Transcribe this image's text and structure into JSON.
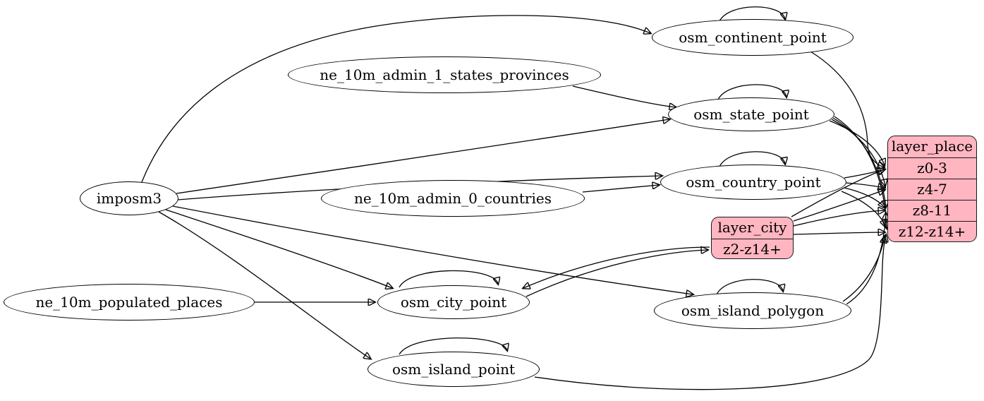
{
  "diagram": {
    "kind": "etl-graph",
    "colors": {
      "background": "#ffffff",
      "table_fill": "#ffffff",
      "layer_fill": "#ffb6c1",
      "stroke": "#000000"
    },
    "nodes": {
      "imposm3": {
        "label": "imposm3",
        "shape": "ellipse"
      },
      "ne_10m_admin_1_states_provinces": {
        "label": "ne_10m_admin_1_states_provinces",
        "shape": "ellipse"
      },
      "ne_10m_admin_0_countries": {
        "label": "ne_10m_admin_0_countries",
        "shape": "ellipse"
      },
      "ne_10m_populated_places": {
        "label": "ne_10m_populated_places",
        "shape": "ellipse"
      },
      "osm_continent_point": {
        "label": "osm_continent_point",
        "shape": "ellipse"
      },
      "osm_state_point": {
        "label": "osm_state_point",
        "shape": "ellipse"
      },
      "osm_country_point": {
        "label": "osm_country_point",
        "shape": "ellipse"
      },
      "osm_city_point": {
        "label": "osm_city_point",
        "shape": "ellipse"
      },
      "osm_island_polygon": {
        "label": "osm_island_polygon",
        "shape": "ellipse"
      },
      "osm_island_point": {
        "label": "osm_island_point",
        "shape": "ellipse"
      },
      "layer_city": {
        "label": "layer_city",
        "shape": "record",
        "rows": [
          "z2-z14+"
        ]
      },
      "layer_place": {
        "label": "layer_place",
        "shape": "record",
        "rows": [
          "z0-3",
          "z4-7",
          "z8-11",
          "z12-z14+"
        ]
      }
    },
    "edges": [
      {
        "from": "imposm3",
        "to": "osm_continent_point"
      },
      {
        "from": "imposm3",
        "to": "osm_state_point"
      },
      {
        "from": "imposm3",
        "to": "osm_country_point"
      },
      {
        "from": "imposm3",
        "to": "osm_city_point"
      },
      {
        "from": "imposm3",
        "to": "osm_island_polygon"
      },
      {
        "from": "imposm3",
        "to": "osm_island_point"
      },
      {
        "from": "ne_10m_admin_1_states_provinces",
        "to": "osm_state_point"
      },
      {
        "from": "ne_10m_admin_0_countries",
        "to": "osm_country_point"
      },
      {
        "from": "ne_10m_populated_places",
        "to": "osm_city_point"
      },
      {
        "from": "osm_continent_point",
        "to": "osm_continent_point"
      },
      {
        "from": "osm_state_point",
        "to": "osm_state_point"
      },
      {
        "from": "osm_country_point",
        "to": "osm_country_point"
      },
      {
        "from": "osm_city_point",
        "to": "osm_city_point"
      },
      {
        "from": "osm_island_polygon",
        "to": "osm_island_polygon"
      },
      {
        "from": "osm_island_point",
        "to": "osm_island_point"
      },
      {
        "from": "osm_city_point",
        "to": "layer_city:z2-z14+"
      },
      {
        "from": "layer_city",
        "to": "osm_city_point"
      },
      {
        "from": "layer_city",
        "to": "layer_place:z0-3"
      },
      {
        "from": "layer_city",
        "to": "layer_place:z4-7"
      },
      {
        "from": "layer_city",
        "to": "layer_place:z8-11"
      },
      {
        "from": "layer_city",
        "to": "layer_place:z12-z14+"
      },
      {
        "from": "osm_continent_point",
        "to": "layer_place:z0-3"
      },
      {
        "from": "osm_state_point",
        "to": "layer_place:z0-3"
      },
      {
        "from": "osm_state_point",
        "to": "layer_place:z4-7"
      },
      {
        "from": "osm_state_point",
        "to": "layer_place:z8-11"
      },
      {
        "from": "osm_state_point",
        "to": "layer_place:z12-z14+"
      },
      {
        "from": "osm_country_point",
        "to": "layer_place:z0-3"
      },
      {
        "from": "osm_country_point",
        "to": "layer_place:z4-7"
      },
      {
        "from": "osm_country_point",
        "to": "layer_place:z8-11"
      },
      {
        "from": "osm_country_point",
        "to": "layer_place:z12-z14+"
      },
      {
        "from": "osm_island_polygon",
        "to": "layer_place:z8-11"
      },
      {
        "from": "osm_island_polygon",
        "to": "layer_place:z12-z14+"
      },
      {
        "from": "osm_island_point",
        "to": "layer_place:z12-z14+"
      }
    ]
  }
}
